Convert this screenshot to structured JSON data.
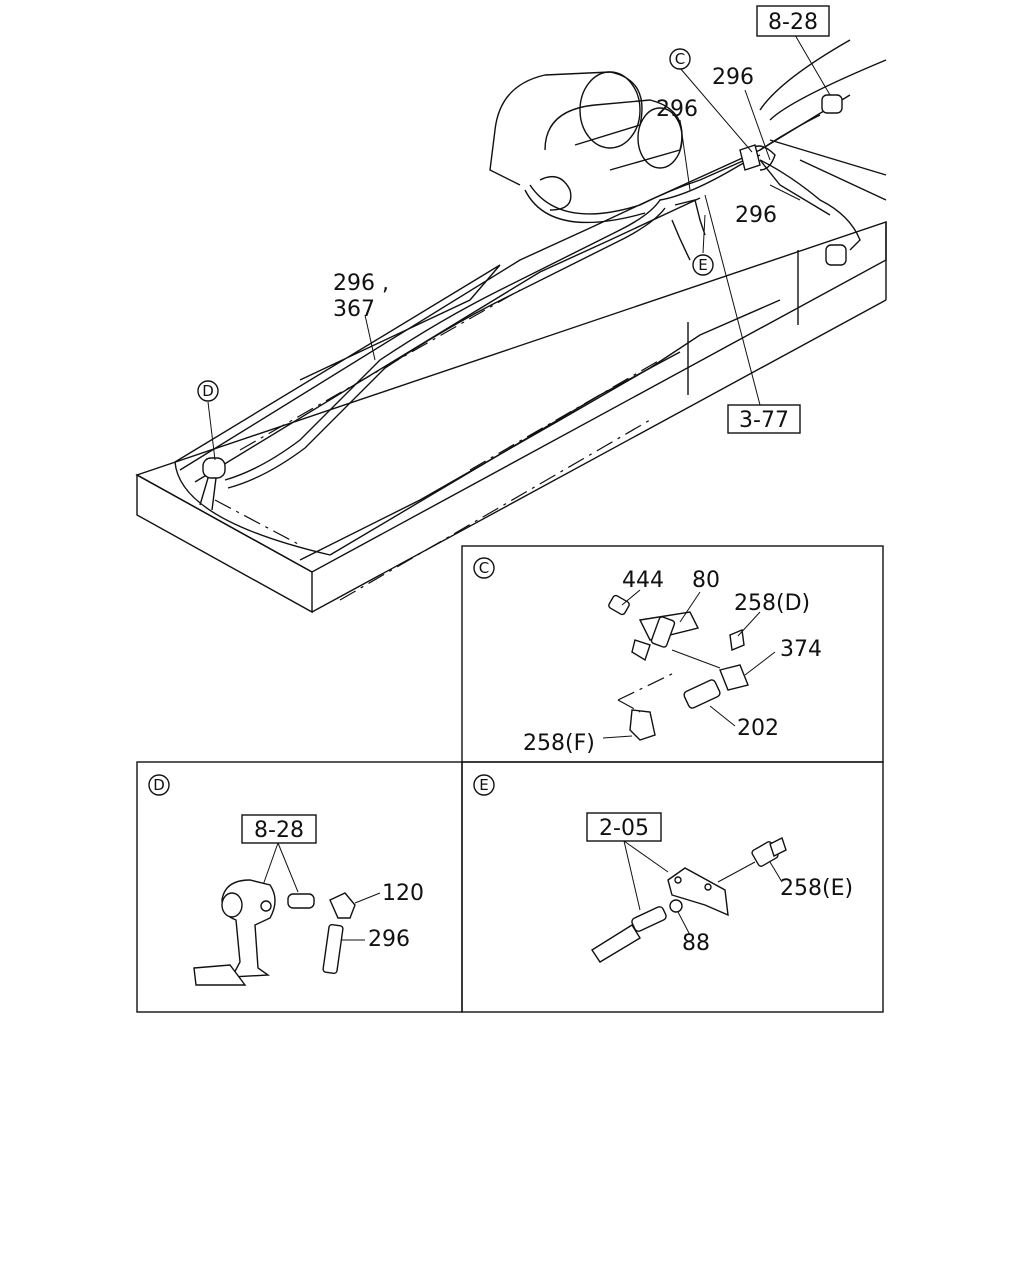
{
  "main_view": {
    "ref_8_28": "8-28",
    "ref_3_77": "3-77",
    "label_296_a": "296",
    "label_296_b": "296",
    "label_296_c": "296",
    "label_296_367_line1": "296 ,",
    "label_296_367_line2": "367",
    "callout_c": "C",
    "callout_d": "D",
    "callout_e": "E"
  },
  "detail_c": {
    "marker": "C",
    "labels": {
      "p444": "444",
      "p80": "80",
      "p258d": "258(D)",
      "p374": "374",
      "p202": "202",
      "p258f": "258(F)"
    }
  },
  "detail_d": {
    "marker": "D",
    "ref": "8-28",
    "labels": {
      "p120": "120",
      "p296": "296"
    }
  },
  "detail_e": {
    "marker": "E",
    "ref": "2-05",
    "labels": {
      "p258e": "258(E)",
      "p88": "88"
    }
  }
}
